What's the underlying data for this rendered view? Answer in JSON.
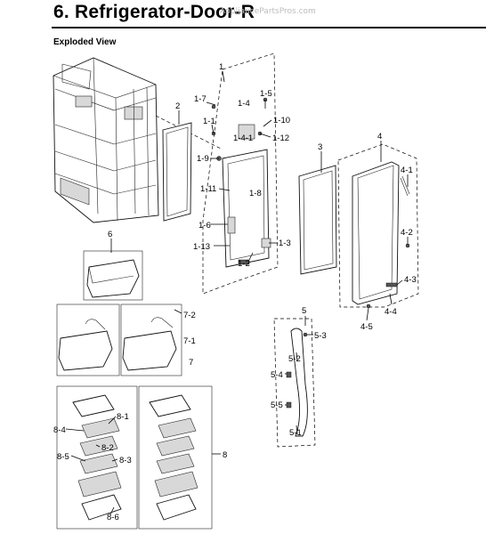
{
  "header": {
    "title": "6.  Refrigerator-Door-R",
    "watermark": "AppliancePartsPros.com",
    "subtitle": "Exploded View"
  },
  "labels": {
    "l1": "1",
    "l1_7": "1-7",
    "l1_5": "1-5",
    "l1_4": "1-4",
    "l1_10": "1-10",
    "l1_1": "1-1",
    "l1_4_1": "1-4-1",
    "l1_12": "1-12",
    "l1_9": "1-9",
    "l1_11": "1-11",
    "l1_8": "1-8",
    "l1_6": "1-6",
    "l1_13": "1-13",
    "l1_3": "1-3",
    "l1_2": "1-2",
    "l2": "2",
    "l3": "3",
    "l4": "4",
    "l4_1": "4-1",
    "l4_2": "4-2",
    "l4_3": "4-3",
    "l4_4": "4-4",
    "l4_5": "4-5",
    "l5": "5",
    "l5_3": "5-3",
    "l5_2": "5-2",
    "l5_4": "5-4",
    "l5_5": "5-5",
    "l5_1": "5-1",
    "l6": "6",
    "l7_2": "7-2",
    "l7_1": "7-1",
    "l7": "7",
    "l8_1": "8-1",
    "l8_4": "8-4",
    "l8_2": "8-2",
    "l8_5": "8-5",
    "l8_3": "8-3",
    "l8_6": "8-6",
    "l8": "8"
  }
}
